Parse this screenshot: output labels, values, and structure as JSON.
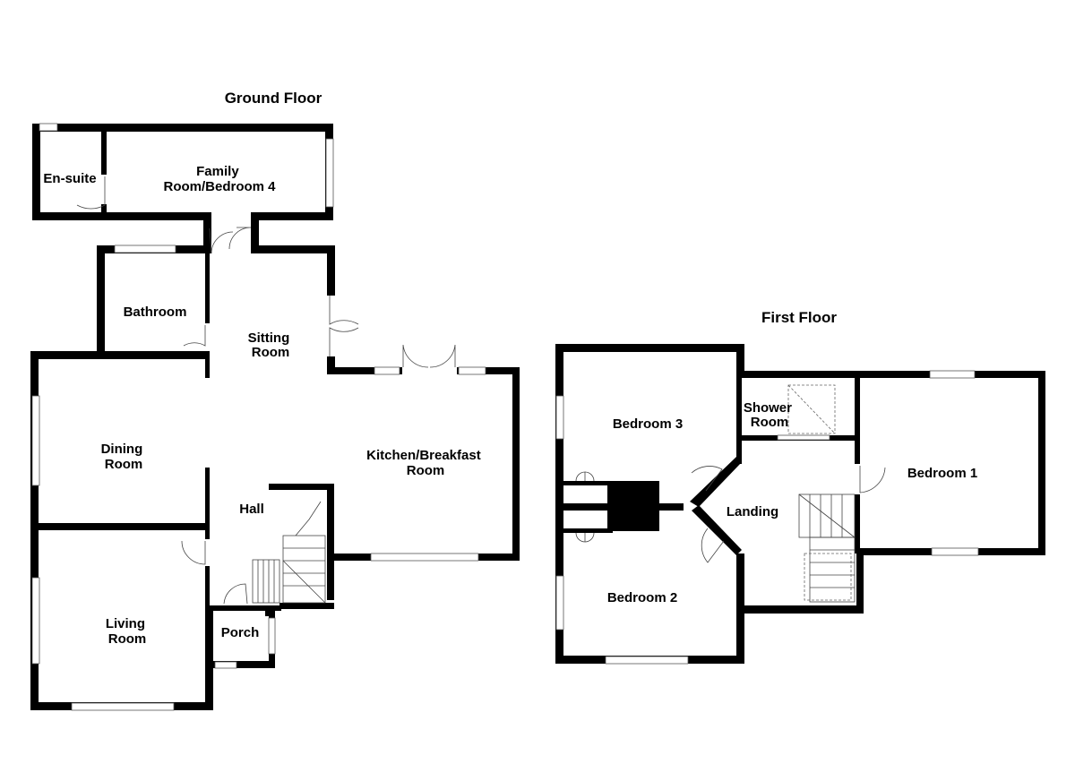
{
  "floors": {
    "ground": {
      "title": "Ground Floor",
      "rooms": {
        "ensuite": [
          "En-suite"
        ],
        "family": [
          "Family",
          "Room/Bedroom 4"
        ],
        "bathroom": [
          "Bathroom"
        ],
        "sitting": [
          "Sitting",
          "Room"
        ],
        "dining": [
          "Dining",
          "Room"
        ],
        "kitchen": [
          "Kitchen/Breakfast",
          "Room"
        ],
        "hall": [
          "Hall"
        ],
        "living": [
          "Living",
          "Room"
        ],
        "porch": [
          "Porch"
        ]
      }
    },
    "first": {
      "title": "First Floor",
      "rooms": {
        "bedroom3": [
          "Bedroom 3"
        ],
        "shower": [
          "Shower",
          "Room"
        ],
        "bedroom1": [
          "Bedroom 1"
        ],
        "landing": [
          "Landing"
        ],
        "bedroom2": [
          "Bedroom 2"
        ]
      }
    }
  },
  "colors": {
    "wall": "#000000",
    "background": "#ffffff"
  }
}
